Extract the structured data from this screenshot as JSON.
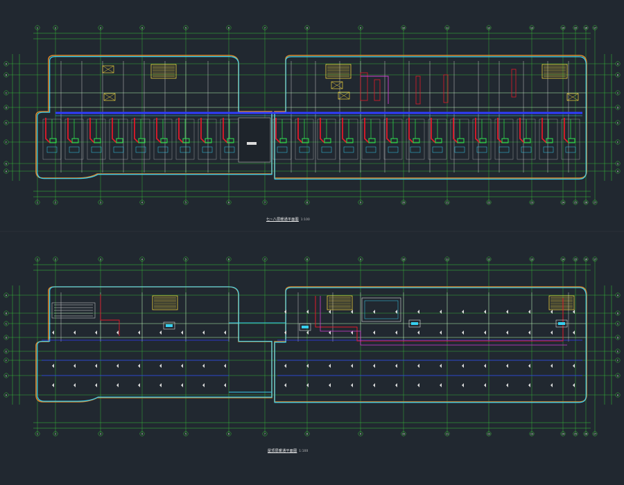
{
  "drawing": {
    "background": "#212830",
    "colors": {
      "axis": "#38c838",
      "wall": "#dcdcdc",
      "outline_cyan": "#37d0f0",
      "outline_orange": "#d9882e",
      "duct_blue": "#2f3cff",
      "pipe_red": "#e21a2a",
      "equip_green": "#2ee84f",
      "stair_yellow": "#f0d23c",
      "magenta": "#d33fd3"
    }
  },
  "plans": [
    {
      "id": "upper",
      "caption": "七~八层暖通平面图",
      "scale": "1:100",
      "grid_numbers": [
        "1",
        "2",
        "3",
        "4",
        "5",
        "6",
        "7",
        "8",
        "9",
        "10",
        "11",
        "12",
        "13",
        "14",
        "15",
        "16",
        "17"
      ],
      "grid_letters": [
        "A",
        "B",
        "C",
        "D",
        "E",
        "F",
        "G",
        "H"
      ]
    },
    {
      "id": "lower",
      "caption": "屋顶层暖通平面图",
      "scale": "1:100",
      "grid_numbers": [
        "1",
        "2",
        "3",
        "4",
        "5",
        "6",
        "7",
        "8",
        "9",
        "10",
        "11",
        "12",
        "13",
        "14",
        "15",
        "16",
        "17"
      ],
      "grid_letters": [
        "A",
        "B",
        "C",
        "D",
        "E",
        "F",
        "G",
        "H"
      ]
    }
  ]
}
